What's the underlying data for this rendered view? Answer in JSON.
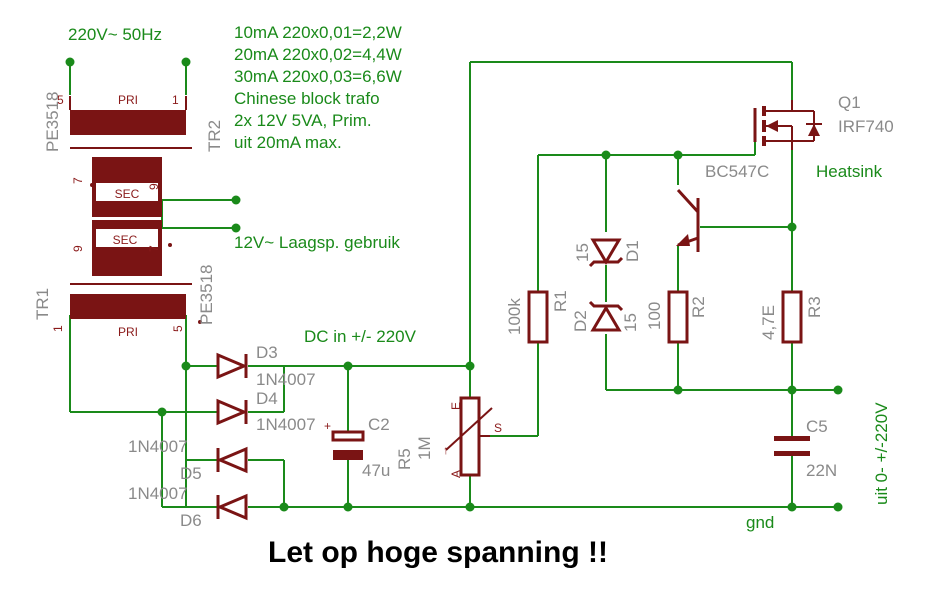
{
  "labels": {
    "mains": "220V~ 50Hz",
    "note1": "10mA 220x0,01=2,2W",
    "note2": "20mA 220x0,02=4,4W",
    "note3": "30mA 220x0,03=6,6W",
    "note4": "Chinese block trafo",
    "note5": "2x 12V 5VA, Prim.",
    "note6": "uit 20mA max.",
    "lowv": "12V~ Laagsp. gebruik",
    "dcin": "DC in +/- 220V",
    "heatsink": "Heatsink",
    "gnd": "gnd",
    "out": "uit 0- +/-220V",
    "warning": "Let op hoge spanning !!"
  },
  "parts": {
    "tr2": "TR2",
    "tr1": "TR1",
    "pe1": "PE3518",
    "pe2": "PE3518",
    "pri": "PRI",
    "sec": "SEC",
    "pin5": "5",
    "pin1": "1",
    "pin7": "7",
    "pin9": "9",
    "q1": "Q1",
    "irf": "IRF740",
    "bc": "BC547C",
    "d1": "D1",
    "d2": "D2",
    "d3": "D3",
    "d4": "D4",
    "d5": "D5",
    "d6": "D6",
    "n4007": "1N4007",
    "v15": "15",
    "r1": "R1",
    "r1v": "100k",
    "r2": "R2",
    "r2v": "100",
    "r3": "R3",
    "r3v": "4,7E",
    "r5": "R5",
    "r5v": "1M",
    "c2": "C2",
    "c2v": "47u",
    "c5": "C5",
    "c5v": "22N",
    "potE": "E",
    "potS": "S",
    "potA": "A",
    "plus": "+"
  }
}
